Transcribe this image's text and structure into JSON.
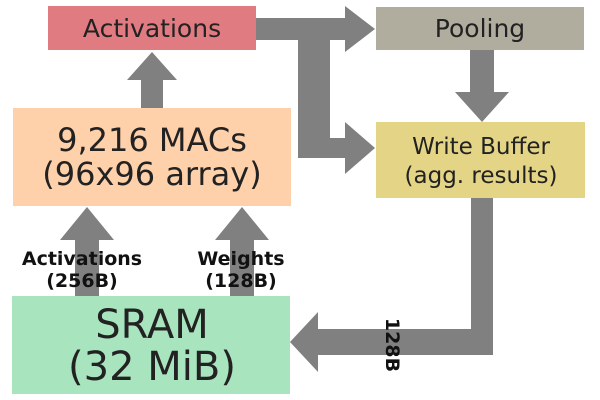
{
  "colors": {
    "arrow": "#808080",
    "activations_box": "#e07b82",
    "pooling_box": "#b0ad9f",
    "macs_box": "#ffd1ab",
    "write_buffer_box": "#e4d486",
    "sram_box": "#a8e5bf"
  },
  "nodes": {
    "activations": {
      "label": "Activations"
    },
    "pooling": {
      "label": "Pooling"
    },
    "macs": {
      "line1": "9,216 MACs",
      "line2": "(96x96 array)"
    },
    "write_buffer": {
      "line1": "Write Buffer",
      "line2": "(agg. results)"
    },
    "sram": {
      "line1": "SRAM",
      "line2": "(32 MiB)"
    }
  },
  "edges": {
    "sram_to_macs_activations": {
      "label1": "Activations",
      "label2": "(256B)"
    },
    "sram_to_macs_weights": {
      "label1": "Weights",
      "label2": "(128B)"
    },
    "write_buffer_to_sram": {
      "label": "128B"
    }
  }
}
